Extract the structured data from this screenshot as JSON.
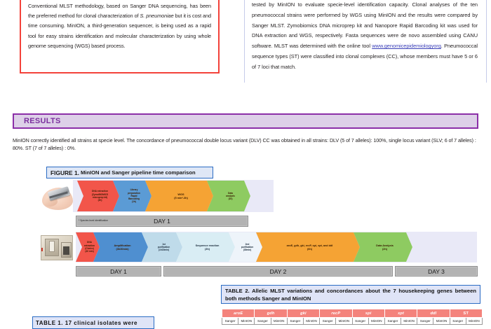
{
  "intro": {
    "paragraph_part1": "Conventional MLST methodology, based on Sanger DNA sequencing, has been the preferred method for clonal characterization of ",
    "species_italic": "S. pneumoniae",
    "paragraph_part2": " but it is cost and time consuming. MinION, a third-generation sequencer, is being used as a rapid tool for easy strains identification and molecular characterization by using whole genome sequencing (WGS) based process."
  },
  "methods": {
    "part1": "tested by MinION to evaluate specie-level identification capacity. Clonal analyses of the ten pneumococcal strains were performed by WGS using MinION and the results were compared by Sanger MLST. Zymobiomics DNA microprep kit and Nanopore Rapid Barcoding kit was used for DNA extraction and WGS, respectively.  Fasta sequences were de novo  assembled using CANU software. MLST was determined with the online tool     ",
    "link_text": "www.genomicepidemiologyorg",
    "part2": ". Pneumococcal sequence types (ST) were classified into clonal complexes (CC), whose members must have 5 or 6 of 7 loci that match."
  },
  "results": {
    "banner_title": "RESULTS",
    "body": "MinION correctly identified all strains at specie level. The concordance of pneumococcal double locus variant (DLV) CC was obtained in all strains: DLV (5 of 7 alleles): 100%, single locus variant (SLV; 6 of 7 alleles) : 80%. ST (7 of 7 alleles) : 0%."
  },
  "figure1": {
    "label": "FIGURE 1.",
    "caption": "MinION and Sanger pipeline time comparison",
    "minion_pipeline": [
      {
        "lines": [
          "DNA extraction",
          "(ZymoBIOMICS",
          "microprep kit)"
        ],
        "duration": "(2h)",
        "color": "#f2554a"
      },
      {
        "lines": [
          "Library",
          "preparation",
          "Rapid",
          "Barcoding"
        ],
        "duration": "(1h)",
        "color": "#5b9bd5"
      },
      {
        "lines": [
          "WGS"
        ],
        "duration": "(5 min*-3h)",
        "color": "#f5a334"
      },
      {
        "lines": [
          "Data",
          "analysis"
        ],
        "duration": "(1h)",
        "color": "#8ecb61"
      }
    ],
    "minion_footnote": "* Species level identification",
    "minion_days": [
      {
        "label": "DAY 1"
      }
    ],
    "sanger_pipeline": [
      {
        "lines": [
          "DNA",
          "extraction",
          "(Chelex)"
        ],
        "duration": "(40 min)",
        "color": "#f2554a"
      },
      {
        "lines": [
          "Amplification"
        ],
        "duration": "(3h30min)",
        "color": "#4f8fd0"
      },
      {
        "lines": [
          "1st",
          "purification"
        ],
        "duration": "(1h15min)",
        "color": "#bfdbea"
      },
      {
        "lines": [
          "Sequence  reaction"
        ],
        "duration": "(3h)",
        "color": "#d9edf4"
      },
      {
        "lines": [
          "2nd",
          "purification"
        ],
        "duration": "(30min)",
        "color": "#eef4fa"
      },
      {
        "lines": [
          "aroE, gdh, gki, recP, spi, xpt, and ddl"
        ],
        "duration": "(6h)",
        "color": "#f5a334"
      },
      {
        "lines": [
          "Data Analysis"
        ],
        "duration": "(2h)",
        "color": "#8ecb61"
      }
    ],
    "sanger_days": [
      {
        "label": "DAY 1"
      },
      {
        "label": "DAY 2"
      },
      {
        "label": "DAY 3"
      }
    ]
  },
  "table2": {
    "title": "TABLE 2. Allelic MLST variations and concordances about the 7 housekeeping genes between both methods Sanger and MinION",
    "gene_columns": [
      "aroE",
      "gdh",
      "gki",
      "recP",
      "spi",
      "xpt",
      "ddl",
      "ST"
    ],
    "sub_columns": [
      "Sanger",
      "MinION"
    ]
  },
  "table1": {
    "title": "TABLE 1. 17 clinical isolates were"
  },
  "colors": {
    "results_banner_fill": "#ddd0e8",
    "results_banner_border": "#8b2fa8",
    "results_banner_text": "#7b2f9e",
    "intro_border": "#f3423a",
    "methods_border": "#c6cbea",
    "figure_title_border": "#2b6cc4",
    "figure_title_fill": "#dfe7f6",
    "table_header_fill": "#f4837c",
    "day_bar_fill": "#b3b3b3"
  }
}
